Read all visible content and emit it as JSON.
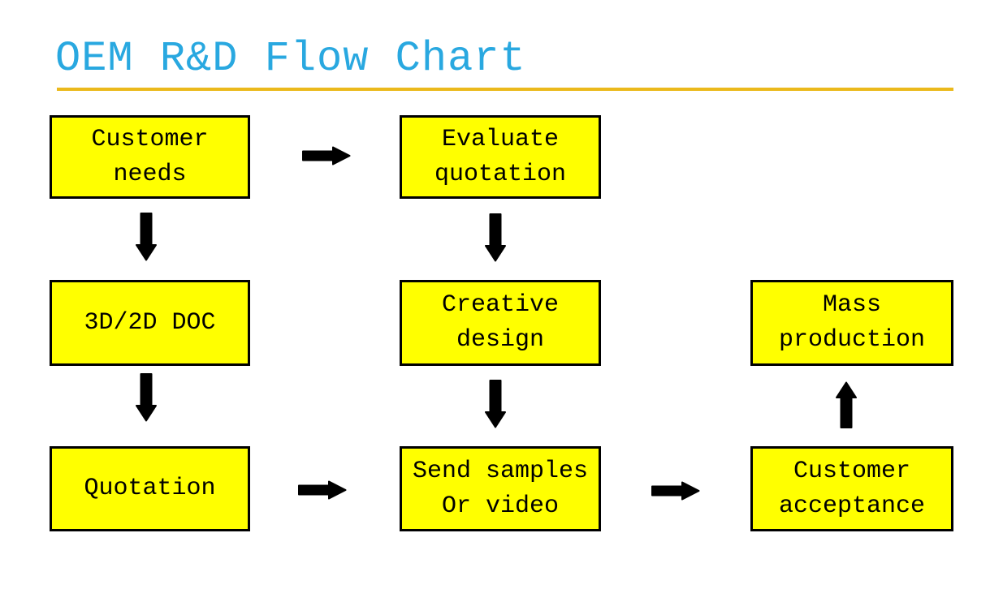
{
  "title": "OEM R&D Flow Chart",
  "colors": {
    "title_color": "#29A8E0",
    "underline_color": "#EBB91C",
    "box_fill": "#FFFF00",
    "box_border": "#000000",
    "arrow_color": "#000000"
  },
  "nodes": [
    {
      "id": "customer-needs",
      "line1": "Customer",
      "line2": "needs"
    },
    {
      "id": "evaluate-quotation",
      "line1": "Evaluate",
      "line2": "quotation"
    },
    {
      "id": "3d-2d-doc",
      "line1": "3D/2D DOC"
    },
    {
      "id": "creative-design",
      "line1": "Creative",
      "line2": "design"
    },
    {
      "id": "mass-production",
      "line1": "Mass",
      "line2": "production"
    },
    {
      "id": "quotation",
      "line1": "Quotation"
    },
    {
      "id": "send-samples",
      "line1": "Send samples",
      "line2": "Or video"
    },
    {
      "id": "customer-acceptance",
      "line1": "Customer",
      "line2": "acceptance"
    }
  ],
  "arrows": [
    {
      "direction": "right",
      "from": "Customer needs",
      "to": "Evaluate quotation"
    },
    {
      "direction": "down",
      "from": "Customer needs",
      "to": "3D/2D DOC"
    },
    {
      "direction": "down",
      "from": "Evaluate quotation",
      "to": "Creative design"
    },
    {
      "direction": "down",
      "from": "3D/2D DOC",
      "to": "Quotation"
    },
    {
      "direction": "down",
      "from": "Creative design",
      "to": "Send samples Or video"
    },
    {
      "direction": "right",
      "from": "Quotation",
      "to": "Send samples Or video"
    },
    {
      "direction": "right",
      "from": "Send samples Or video",
      "to": "Customer acceptance"
    },
    {
      "direction": "up",
      "from": "Customer acceptance",
      "to": "Mass production"
    }
  ]
}
